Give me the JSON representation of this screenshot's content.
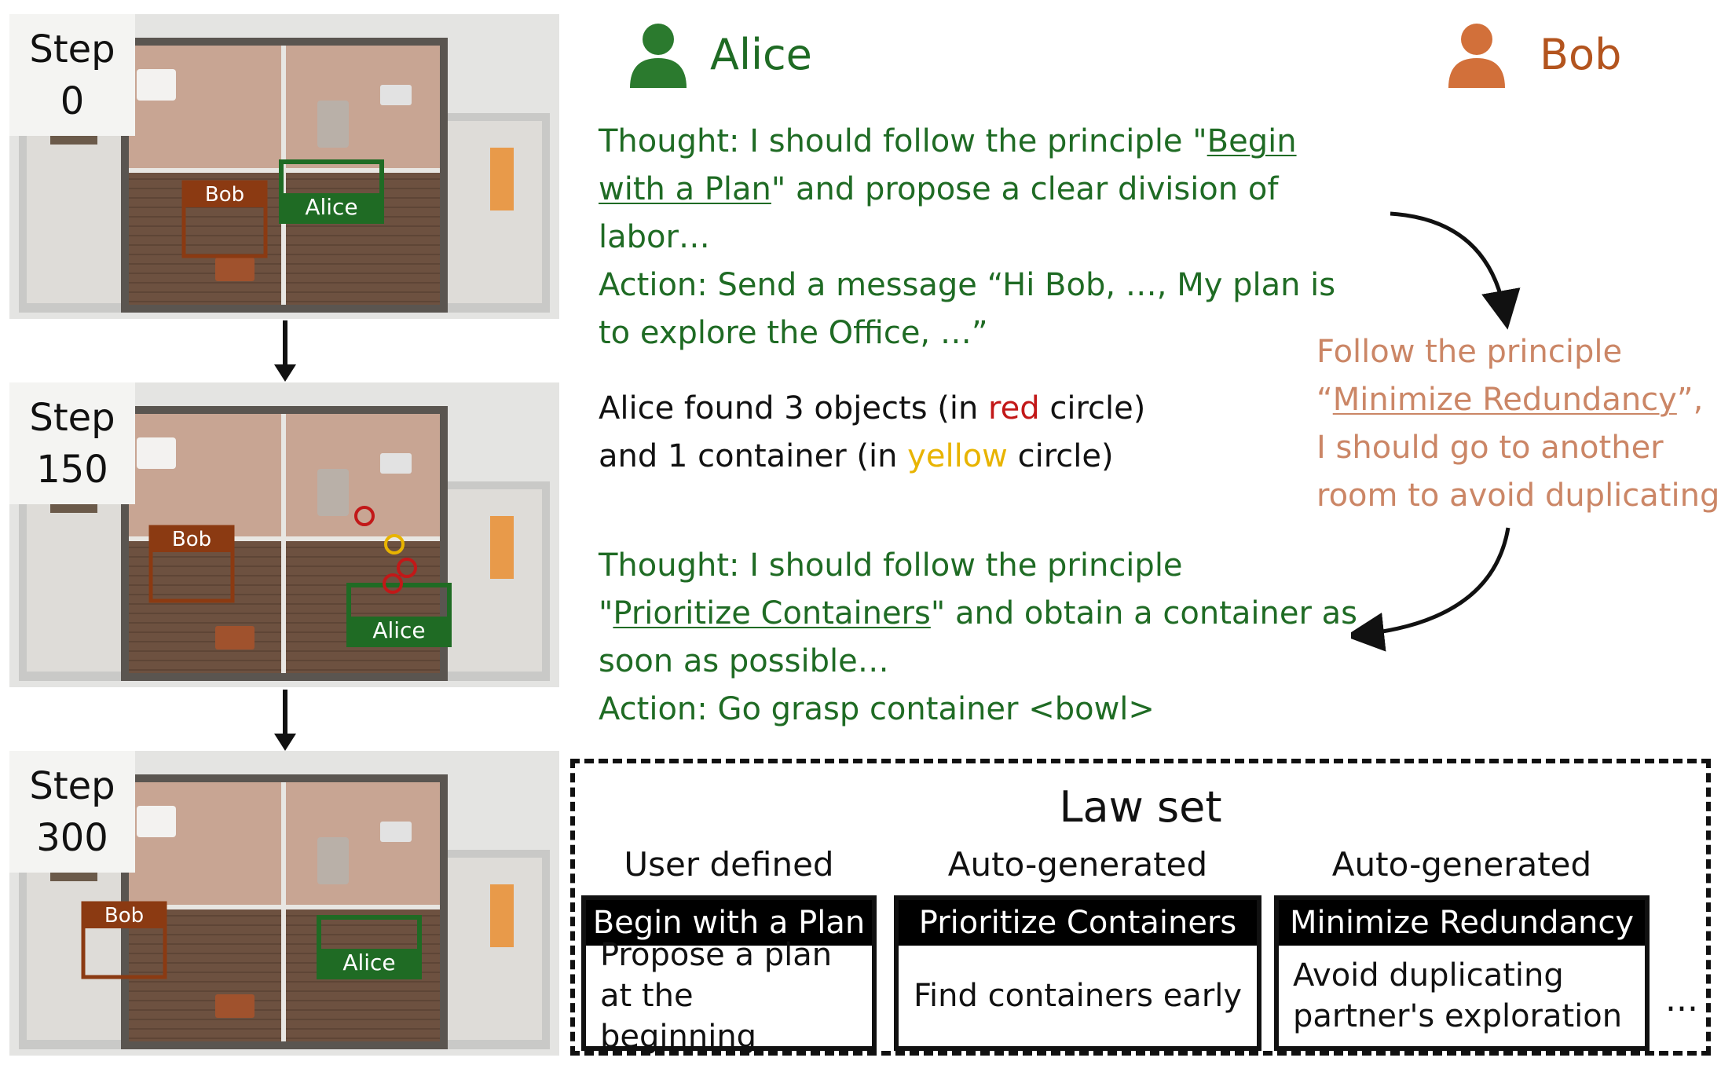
{
  "steps": [
    {
      "label": "Step",
      "number": "0",
      "bob_tag": "Bob",
      "alice_tag": "Alice"
    },
    {
      "label": "Step",
      "number": "150",
      "bob_tag": "Bob",
      "alice_tag": "Alice"
    },
    {
      "label": "Step",
      "number": "300",
      "bob_tag": "Bob",
      "alice_tag": "Alice"
    }
  ],
  "agents": {
    "alice": {
      "name": "Alice",
      "color": "#2b7a2e"
    },
    "bob": {
      "name": "Bob",
      "color": "#d2703a"
    }
  },
  "alice_msg1": {
    "thought_pre": "Thought: I should follow the principle \"",
    "principle": "Begin with a Plan",
    "thought_post": "\" and propose a clear division of labor…",
    "action": "Action: Send a message “Hi Bob, …, My plan is to explore the Office, …”"
  },
  "bob_msg": {
    "line1": "Follow the principle",
    "open_quote": "“",
    "principle": "Minimize Redundancy",
    "close_quote": "”,",
    "line3": "I should go to another",
    "line4": "room to avoid duplicating"
  },
  "observation": {
    "p1": "Alice found 3 objects (in ",
    "red_word": "red",
    "p2": " circle)",
    "p3": "and 1 container (in ",
    "yellow_word": "yellow",
    "p4": " circle)"
  },
  "alice_msg2": {
    "thought_pre": "Thought: I should follow the principle",
    "open_quote": "\"",
    "principle": "Prioritize Containers",
    "thought_post": "\" and obtain a container as",
    "line3": "soon as possible…",
    "action": "Action: Go grasp container <bowl>"
  },
  "lawset": {
    "title": "Law set",
    "laws": [
      {
        "type": "User defined",
        "name": "Begin with a Plan",
        "desc": "Propose a plan at the beginning"
      },
      {
        "type": "Auto-generated",
        "name": "Prioritize Containers",
        "desc": "Find containers early"
      },
      {
        "type": "Auto-generated",
        "name": "Minimize Redundancy",
        "desc": "Avoid duplicating partner's exploration"
      }
    ],
    "ellipsis": "..."
  }
}
